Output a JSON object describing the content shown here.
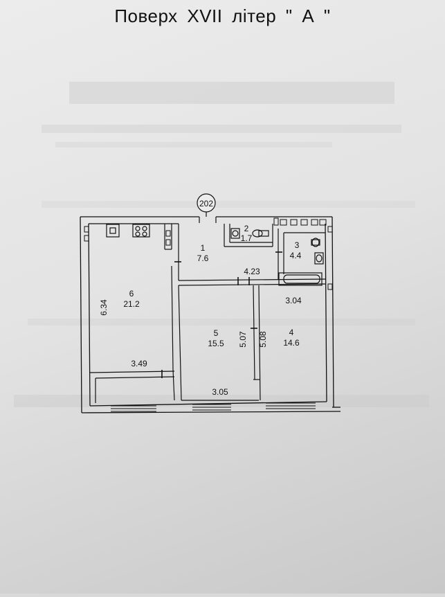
{
  "document": {
    "title": "Поверх  XVII  літер \" А \"",
    "plan_number": "202"
  },
  "rooms": [
    {
      "number": "1",
      "area": "7.6"
    },
    {
      "number": "2",
      "area": "1.7"
    },
    {
      "number": "3",
      "area": "4.4"
    },
    {
      "number": "4",
      "area": "14.6"
    },
    {
      "number": "5",
      "area": "15.5"
    },
    {
      "number": "6",
      "area": "21.2"
    }
  ],
  "dimensions": {
    "kitchen_height": "6.34",
    "kitchen_width": "3.49",
    "corridor_width": "4.23",
    "room4_width": "3.04",
    "room4_height": "5.08",
    "room5_height": "5.07",
    "room5_width": "3.05"
  },
  "colors": {
    "ink": "#111111",
    "paper": "#e6e6e6"
  }
}
